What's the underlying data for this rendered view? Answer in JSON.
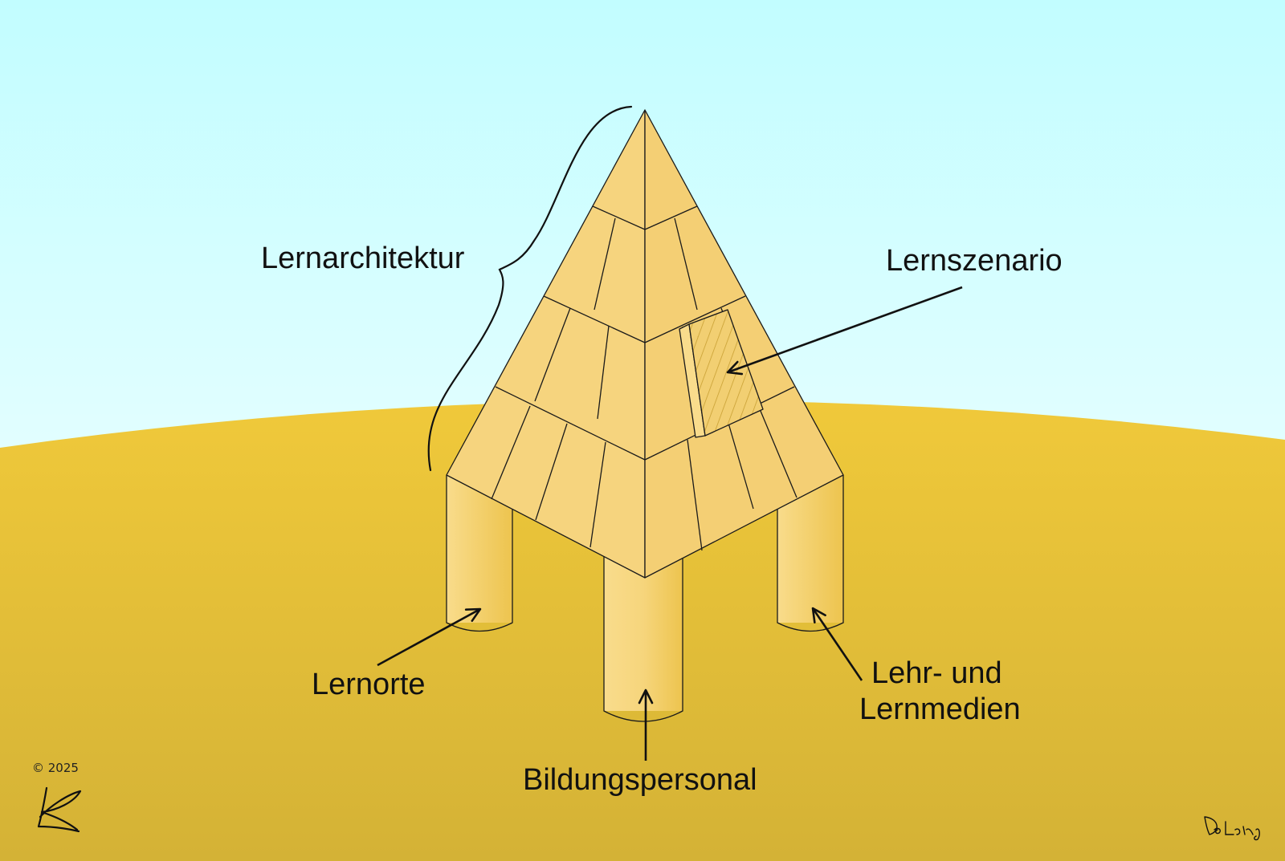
{
  "labels": {
    "lernarchitektur": "Lernarchitektur",
    "lernszenario": "Lernszenario",
    "lernorte": "Lernorte",
    "bildungspersonal": "Bildungspersonal",
    "lehr_line1": "Lehr- und",
    "lehr_line2": "Lernmedien"
  },
  "copyright": "© 2025",
  "artist_signature": "DoLang",
  "colors": {
    "sky_top": "#c2fdff",
    "sky_bottom": "#ffffff",
    "ground_top": "#f0c93a",
    "ground_bottom": "#d4b236",
    "pyramid_face": "#f7d684",
    "pillar_light": "#f9dc8c",
    "pillar_dark": "#edc44e",
    "outline": "#1a1a1a"
  }
}
